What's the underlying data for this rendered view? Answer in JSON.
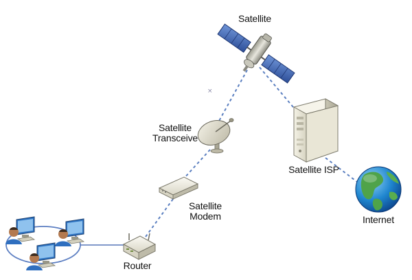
{
  "diagram": {
    "labels": {
      "satellite": "Satellite",
      "transceiver_line1": "Satellite",
      "transceiver_line2": "Transceive",
      "isp": "Satellite ISP",
      "modem_line1": "Satellite",
      "modem_line2": "Modem",
      "internet": "Internet",
      "router": "Router"
    },
    "icons": [
      "satellite-icon",
      "satellite-dish-icon",
      "server-tower-icon",
      "globe-icon",
      "modem-icon",
      "router-icon",
      "user-workstation-icon"
    ],
    "colors": {
      "dashed_link": "#5b7fc0",
      "lan_ring": "#5d7fc2",
      "router_link": "#6f89c3",
      "solar_panel": "#3f68b8"
    }
  }
}
